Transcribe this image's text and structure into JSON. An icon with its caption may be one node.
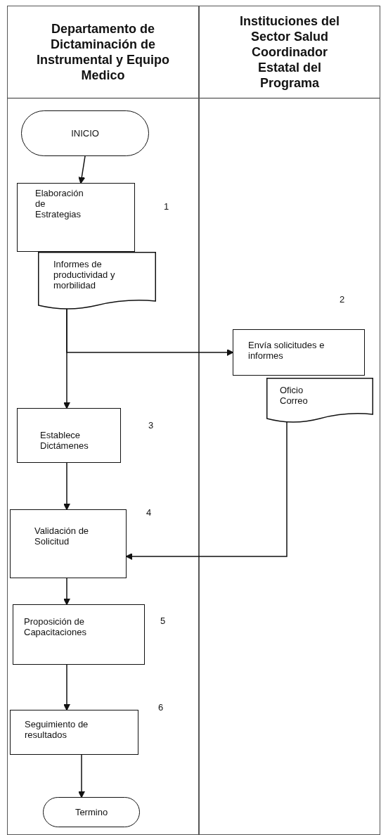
{
  "diagram": {
    "nodes": [
      {
        "text": [
          "Departamento de Dictaminación de Instrumental y Equipo Medico"
        ]
      },
      {
        "text": [
          "Instituciones del Sector Salud Coordinador Estatal del Programa"
        ]
      },
      {
        "text": [
          "INICIO"
        ],
        "in": 0
      },
      {
        "text": [
          "Elaboración de Estrategias"
        ],
        "in": 0,
        "beside": [
          "1"
        ]
      },
      {
        "text": [
          "Informes de productividad y morbilidad"
        ],
        "in": 0
      },
      {
        "text": [
          "Envía solicitudes e informes"
        ],
        "in": 1,
        "beside": [
          "2"
        ]
      },
      {
        "text": [
          "Oficio Correo"
        ],
        "in": 1
      },
      {
        "text": [
          "Establece Dictámenes"
        ],
        "in": 0,
        "beside": [
          "3"
        ]
      },
      {
        "text": [
          "Validación de Solicitud"
        ],
        "in": 0,
        "beside": [
          "4"
        ]
      },
      {
        "text": [
          "Proposición de Capacitaciones"
        ],
        "in": 0,
        "beside": [
          "5"
        ]
      },
      {
        "text": [
          "Seguimiento de resultados"
        ],
        "in": 0,
        "beside": [
          "6"
        ]
      },
      {
        "text": [
          "Termino"
        ],
        "in": 0
      }
    ],
    "edges": [
      {
        "from": 2,
        "to": 3,
        "arrow": "to"
      },
      {
        "from": 4,
        "to": 5,
        "arrow": "to"
      },
      {
        "from": 4,
        "to": 7,
        "arrow": "to"
      },
      {
        "from": 7,
        "to": 8,
        "arrow": "to"
      },
      {
        "from": 6,
        "to": 8,
        "arrow": "to"
      },
      {
        "from": 8,
        "to": 9,
        "arrow": "to"
      },
      {
        "from": 9,
        "to": 10,
        "arrow": "to"
      },
      {
        "from": 10,
        "to": 11,
        "arrow": "to"
      }
    ]
  }
}
